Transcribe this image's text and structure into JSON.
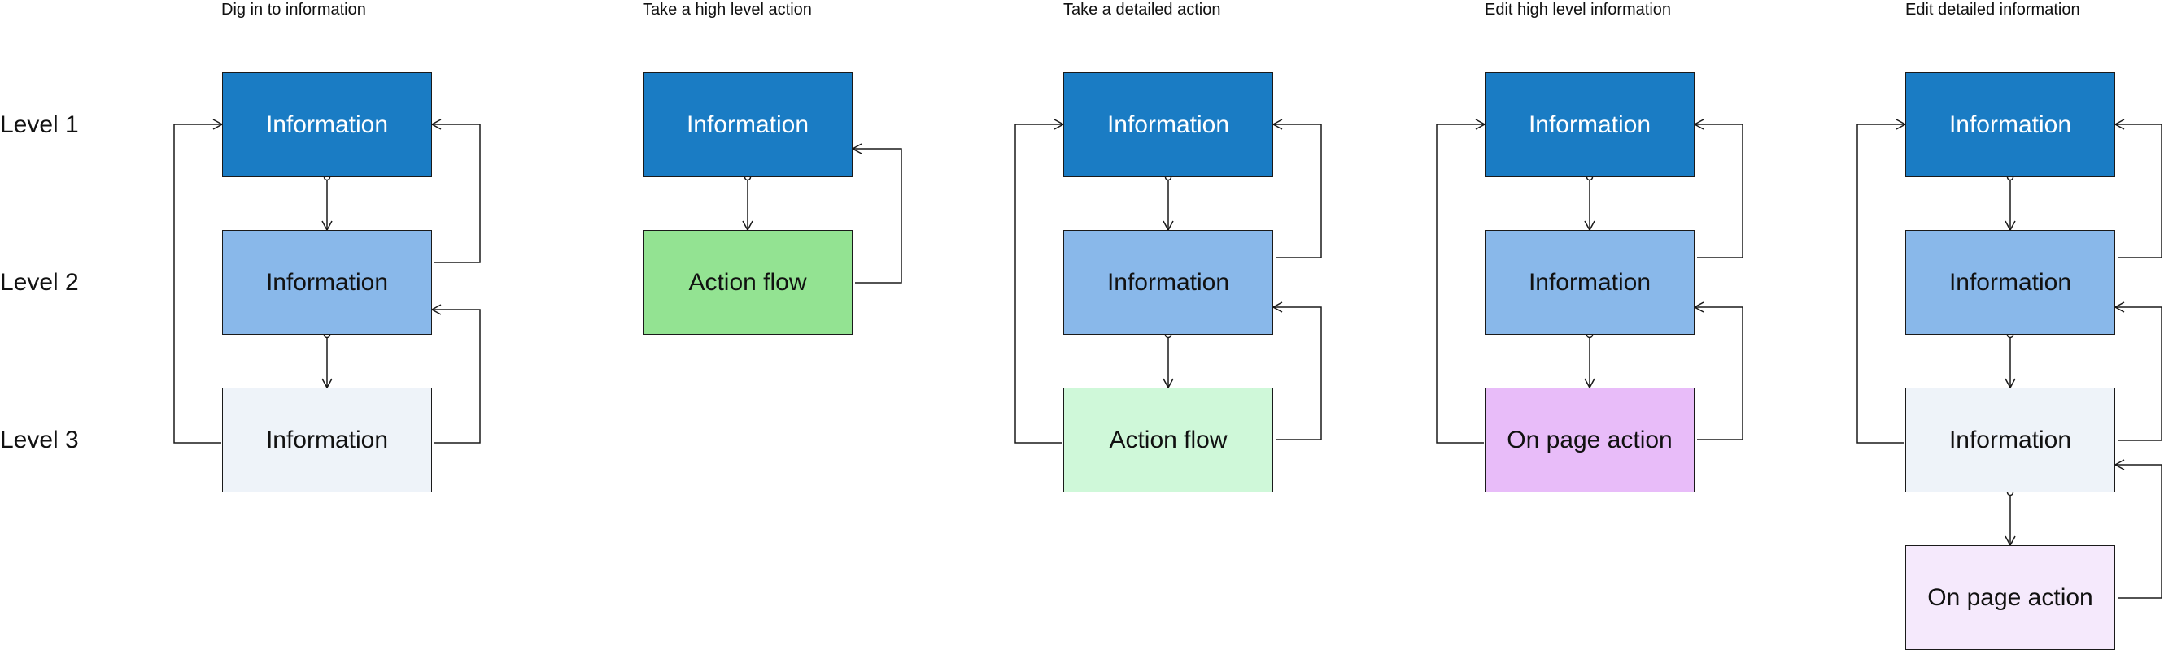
{
  "levels": [
    "Level 1",
    "Level 2",
    "Level 3"
  ],
  "columns": [
    {
      "title": "Dig in to information",
      "boxes": [
        {
          "label": "Information",
          "fill": "#1a7cc4"
        },
        {
          "label": "Information",
          "fill": "#89b8ea"
        },
        {
          "label": "Information",
          "fill": "#eef3f9"
        }
      ]
    },
    {
      "title": "Take a high level action",
      "boxes": [
        {
          "label": "Information",
          "fill": "#1a7cc4"
        },
        {
          "label": "Action flow",
          "fill": "#93e392"
        }
      ]
    },
    {
      "title": "Take a detailed action",
      "boxes": [
        {
          "label": "Information",
          "fill": "#1a7cc4"
        },
        {
          "label": "Information",
          "fill": "#89b8ea"
        },
        {
          "label": "Action flow",
          "fill": "#cff8d9"
        }
      ]
    },
    {
      "title": "Edit high level information",
      "boxes": [
        {
          "label": "Information",
          "fill": "#1a7cc4"
        },
        {
          "label": "Information",
          "fill": "#89b8ea"
        },
        {
          "label": "On page action",
          "fill": "#e8bcf9"
        }
      ]
    },
    {
      "title": "Edit detailed information",
      "boxes": [
        {
          "label": "Information",
          "fill": "#1a7cc4"
        },
        {
          "label": "Information",
          "fill": "#89b8ea"
        },
        {
          "label": "Information",
          "fill": "#eef3f9"
        },
        {
          "label": "On page action",
          "fill": "#f5e9fc"
        }
      ]
    }
  ]
}
